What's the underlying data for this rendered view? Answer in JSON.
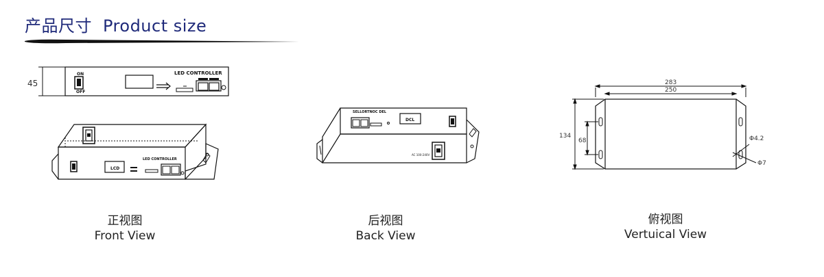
{
  "header": {
    "title_cn": "产品尺寸",
    "title_en": "Product size"
  },
  "front_strip": {
    "height_dim": "45",
    "switch_on": "ON",
    "switch_off": "OFF",
    "controller_label": "LED CONTROLLER"
  },
  "front_view": {
    "controller_label": "LED CONTROLLER",
    "lcd_label": "LCD",
    "caption_cn": "正视图",
    "caption_en": "Front View"
  },
  "back_view": {
    "panel_label": "SELLORTNOC DEL",
    "lcd_label": "DCL",
    "power_label": "AC 100-240V",
    "caption_cn": "后视图",
    "caption_en": "Back View"
  },
  "top_view": {
    "dim_overall": "283",
    "dim_inner": "250",
    "dim_height": "134",
    "dim_holes": "68",
    "dim_hole_small": "Φ4.2",
    "dim_hole_large": "Φ7",
    "caption_cn": "俯视图",
    "caption_en": "Vertuical View"
  },
  "colors": {
    "title": "#1f2a7a",
    "line": "#111111"
  }
}
